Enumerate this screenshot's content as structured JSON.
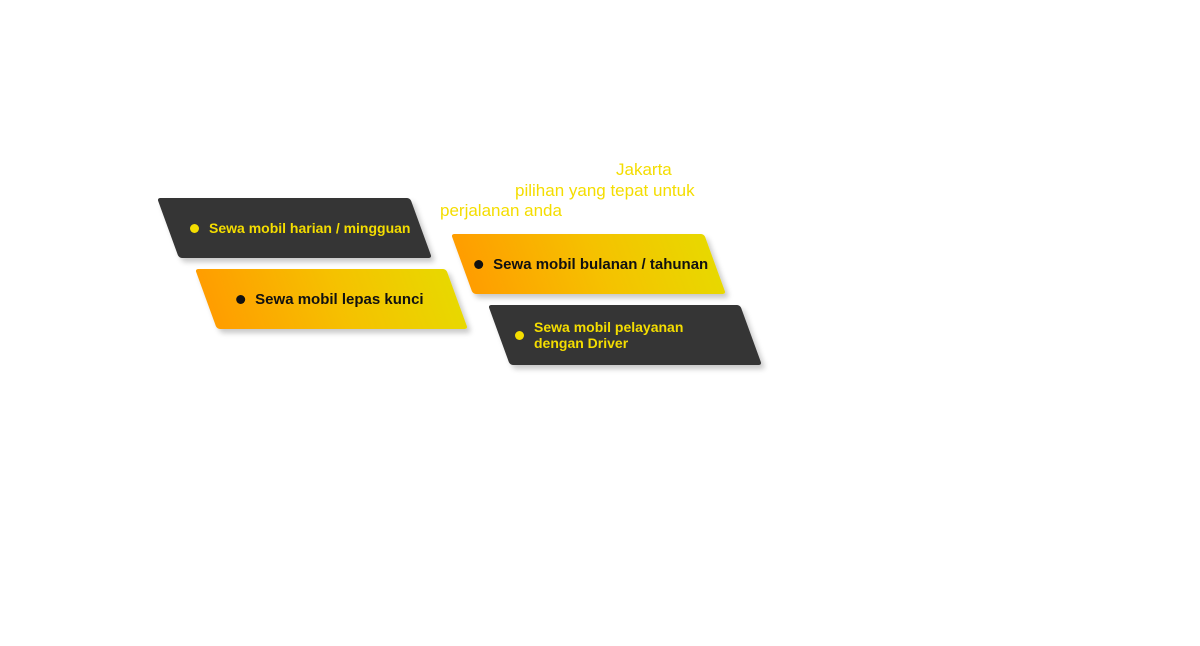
{
  "tagline": {
    "line1": "Jakarta",
    "line2": "pilihan yang tepat untuk",
    "line3": "perjalanan anda"
  },
  "services": [
    {
      "label": "Sewa mobil harian / mingguan"
    },
    {
      "label": "Sewa mobil lepas kunci"
    },
    {
      "label": "Sewa mobil bulanan / tahunan"
    },
    {
      "label": "Sewa mobil pelayanan dengan Driver"
    }
  ],
  "colors": {
    "dark_card": "#353535",
    "accent_yellow": "#f4dd00",
    "gradient_start": "#ff9d00",
    "gradient_end": "#e8d800"
  }
}
